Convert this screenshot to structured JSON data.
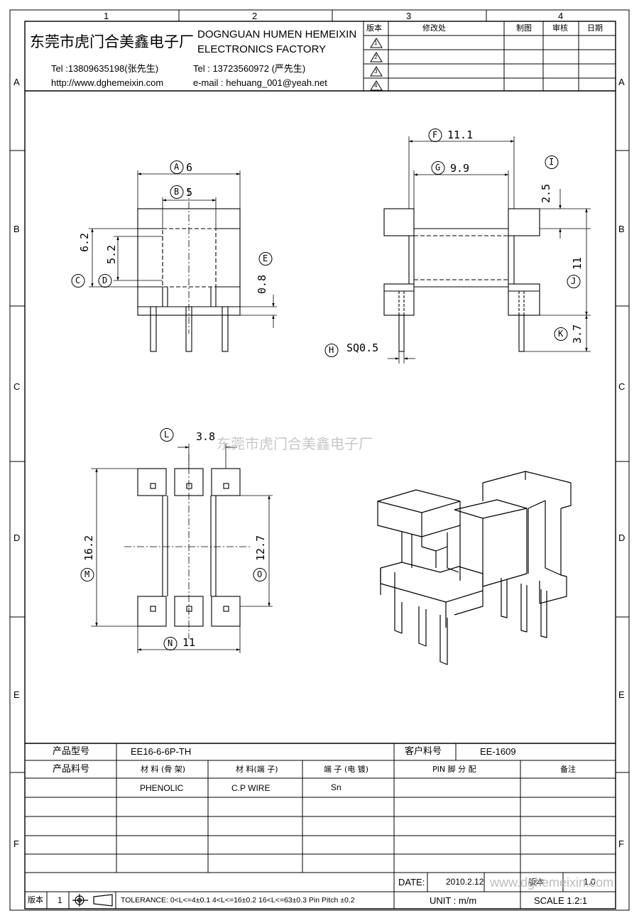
{
  "grid": {
    "columns": [
      "1",
      "2",
      "3",
      "4"
    ],
    "rows": [
      "A",
      "B",
      "C",
      "D",
      "E",
      "F"
    ]
  },
  "header": {
    "company_cn": "东莞市虎门合美鑫电子厂",
    "company_en_line1": "DOGNGUAN HUMEN HEMEIXIN",
    "company_en_line2": "ELECTRONICS FACTORY",
    "tel1": "Tel :13809635198(张先生)",
    "website": "http://www.dghemeixin.com",
    "tel2": "Tel : 13723560972 (严先生)",
    "email": "e-mail : hehuang_001@yeah.net"
  },
  "revision_table": {
    "headers": [
      "版本",
      "修改处",
      "制图",
      "审核",
      "日期"
    ],
    "revisions": [
      "1",
      "2",
      "3",
      "4"
    ]
  },
  "drawing": {
    "watermark": "东莞市虎门合美鑫电子厂",
    "front_view": {
      "A": {
        "label": "A",
        "value": "6"
      },
      "B": {
        "label": "B",
        "value": "5"
      },
      "C": {
        "label": "C",
        "value": "6.2"
      },
      "D": {
        "label": "D",
        "value": "5.2"
      },
      "E": {
        "label": "E",
        "value": "0.8"
      }
    },
    "side_view": {
      "F": {
        "label": "F",
        "value": "11.1"
      },
      "G": {
        "label": "G",
        "value": "9.9"
      },
      "H": {
        "label": "H",
        "value": "SQ0.5"
      },
      "I": {
        "label": "I",
        "value": "2.5"
      },
      "J": {
        "label": "J",
        "value": "11"
      },
      "K": {
        "label": "K",
        "value": "3.7"
      }
    },
    "bottom_view": {
      "L": {
        "label": "L",
        "value": "3.8"
      },
      "M": {
        "label": "M",
        "value": "16.2"
      },
      "N": {
        "label": "N",
        "value": "11"
      },
      "O": {
        "label": "O",
        "value": "12.7"
      }
    }
  },
  "title_block": {
    "product_model_label": "产品型号",
    "product_model_value": "EE16-6-6P-TH",
    "customer_part_label": "客户料号",
    "customer_part_value": "EE-1609",
    "product_part_label": "产品料号",
    "material_bobbin_label": "材 料 (骨 架)",
    "material_terminal_label": "材 料(端 子)",
    "terminal_plating_label": "端 子 (电 镀)",
    "pin_assignment_label": "PIN 脚 分 配",
    "remarks_label": "备注",
    "material_bobbin_value": "PHENOLIC",
    "material_terminal_value": "C.P WIRE",
    "terminal_plating_value": "Sn",
    "date_label": "DATE:",
    "date_value": "2010.2.12",
    "version_label": "版本",
    "version_value": "1.0",
    "unit_text": "UNIT : m/m",
    "scale_text": "SCALE  1.2:1",
    "footer_version_label": "版本",
    "footer_version_value": "1",
    "tolerance_text": "TOLERANCE:  0<L<=4±0.1  4<L<=16±0.2  16<L<=63±0.3  Pin Pitch  ±0.2",
    "footer_watermark": "www.dghemeixin.com"
  }
}
